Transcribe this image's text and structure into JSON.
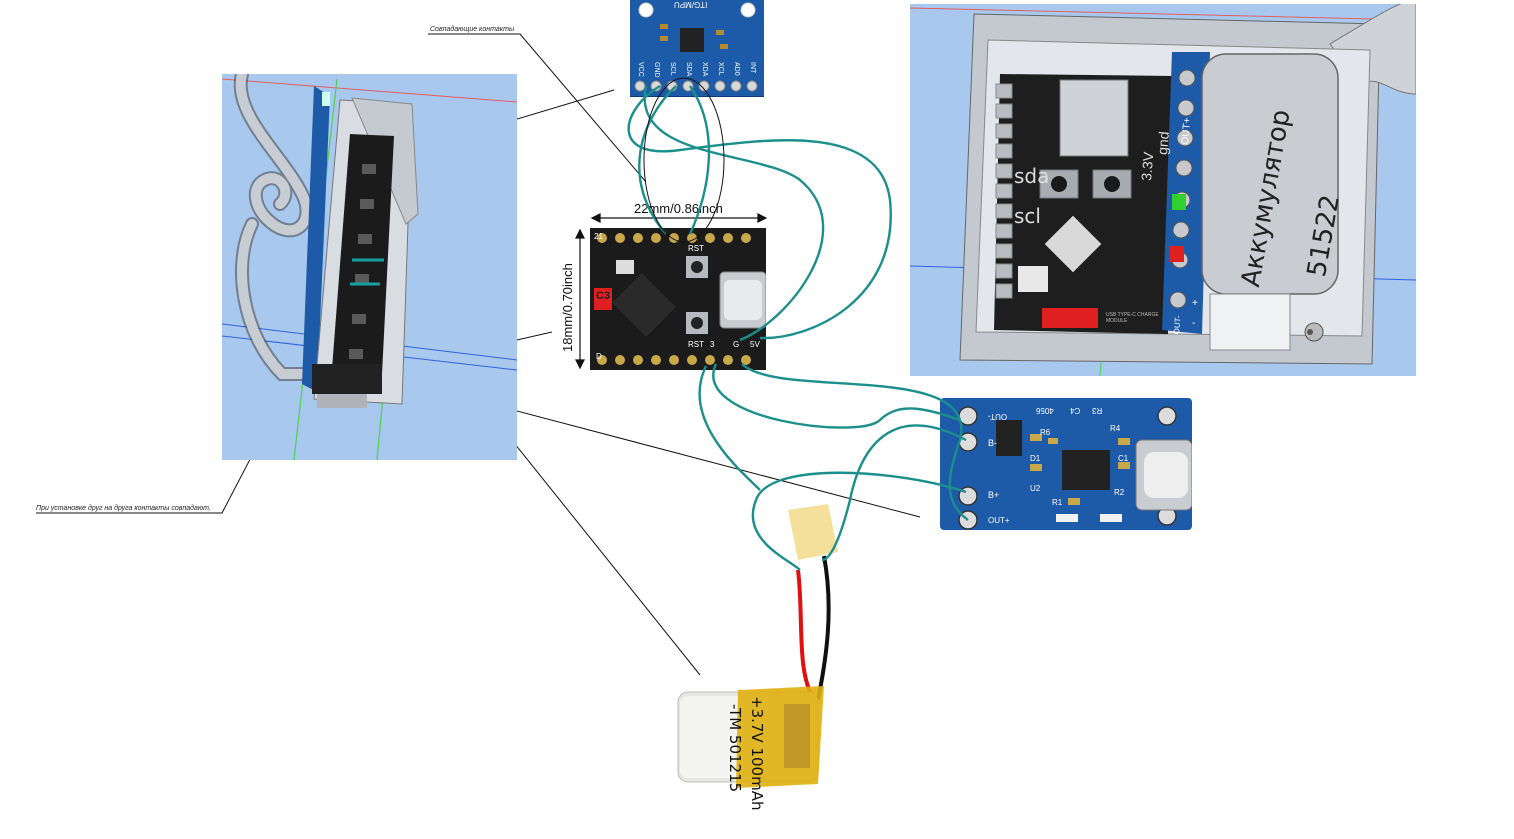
{
  "annotations": {
    "top": "Совпадающие контакты",
    "bottom": "При установке друг на друга контакты совпадают."
  },
  "mpu_board": {
    "title": "ITG/MPU",
    "pins": [
      "VCC",
      "GND",
      "SCL",
      "SDA",
      "XDA",
      "XCL",
      "AD0",
      "INT"
    ]
  },
  "mcu_board": {
    "width_dim": "22mm/0.86inch",
    "height_dim": "18mm/0.70inch",
    "chip_label": "C3",
    "rst_label": "RST",
    "pin_labels": [
      "5V",
      "G",
      "3",
      "RST",
      "D",
      "21"
    ]
  },
  "charger_board": {
    "pin_labels": [
      "OUT-",
      "B-",
      "B+",
      "OUT+"
    ],
    "chip_labels": [
      "4056",
      "C4",
      "R3",
      "R6",
      "R4",
      "C1",
      "R2",
      "R1",
      "U2",
      "D1"
    ]
  },
  "battery": {
    "line1": "+3.7V 100mAh",
    "line2": "-TM   501215"
  },
  "cad_right": {
    "battery_label": "Аккумулятор",
    "battery_code": "51522",
    "pin_labels": [
      "sda",
      "scl",
      "3.3V",
      "gnd",
      "OUT+",
      "OUT-",
      "+",
      "-"
    ],
    "module_text": "USB TYPE-C CHARGE MODULE"
  },
  "colors": {
    "wire": "#1a8f8c",
    "pcb_blue": "#1d5aa8",
    "pcb_black": "#1b1b1b",
    "cad_bg": "#a9c8ee",
    "red_wire": "#e01010"
  }
}
